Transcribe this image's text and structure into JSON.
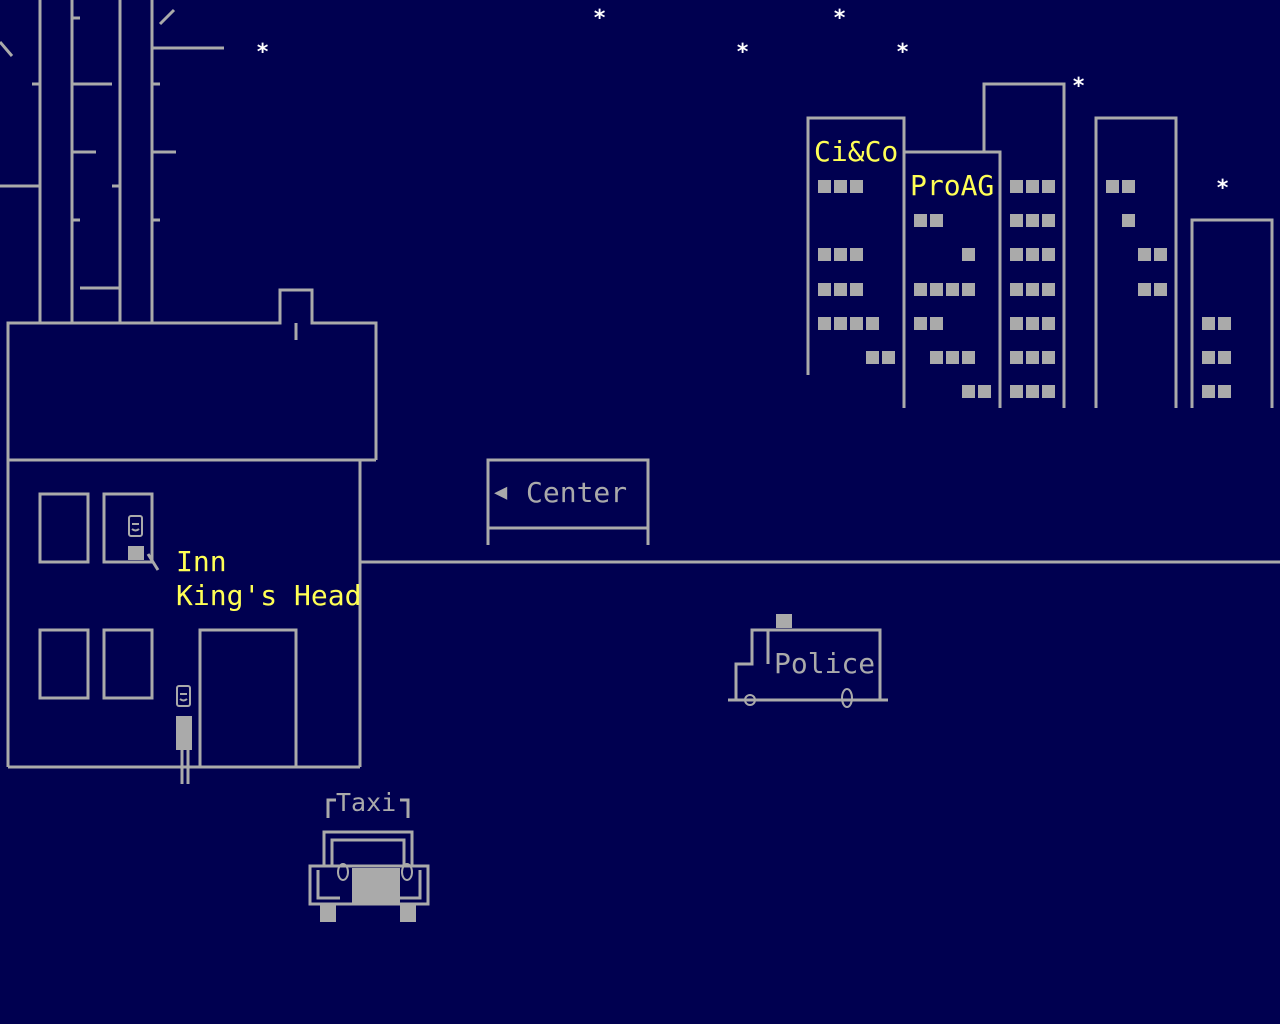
{
  "colors": {
    "background": "#000050",
    "line": "#aaaaaa",
    "sign_text": "#ffff55",
    "star": "#ffffff"
  },
  "signs": {
    "cico": "Ci&Co",
    "proag": "ProAG",
    "inn_line1": "Inn",
    "inn_line2": "King's Head",
    "center": "Center",
    "police": "Police",
    "taxi": "Taxi"
  },
  "icons": {
    "center_arrow": "◀",
    "star": "*"
  }
}
